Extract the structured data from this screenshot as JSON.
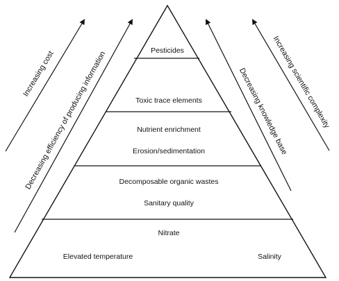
{
  "pyramid_levels": [
    {
      "labels": [
        "Pesticides"
      ]
    },
    {
      "labels": [
        "Toxic trace elements"
      ]
    },
    {
      "labels": [
        "Nutrient enrichment",
        "Erosion/sedimentation"
      ]
    },
    {
      "labels": [
        "Decomposable organic wastes",
        "Sanitary quality"
      ]
    },
    {
      "labels": [
        "Nitrate",
        "Elevated temperature",
        "Salinity"
      ]
    }
  ],
  "left_arrows": {
    "outer": "Increasing cost",
    "inner": "Decreasing efficiency of producing information"
  },
  "right_arrows": {
    "inner": "Decreasing knowledge base",
    "outer": "Increasing scientific complexity"
  },
  "colors": {
    "line": "#111111",
    "background": "#ffffff"
  }
}
